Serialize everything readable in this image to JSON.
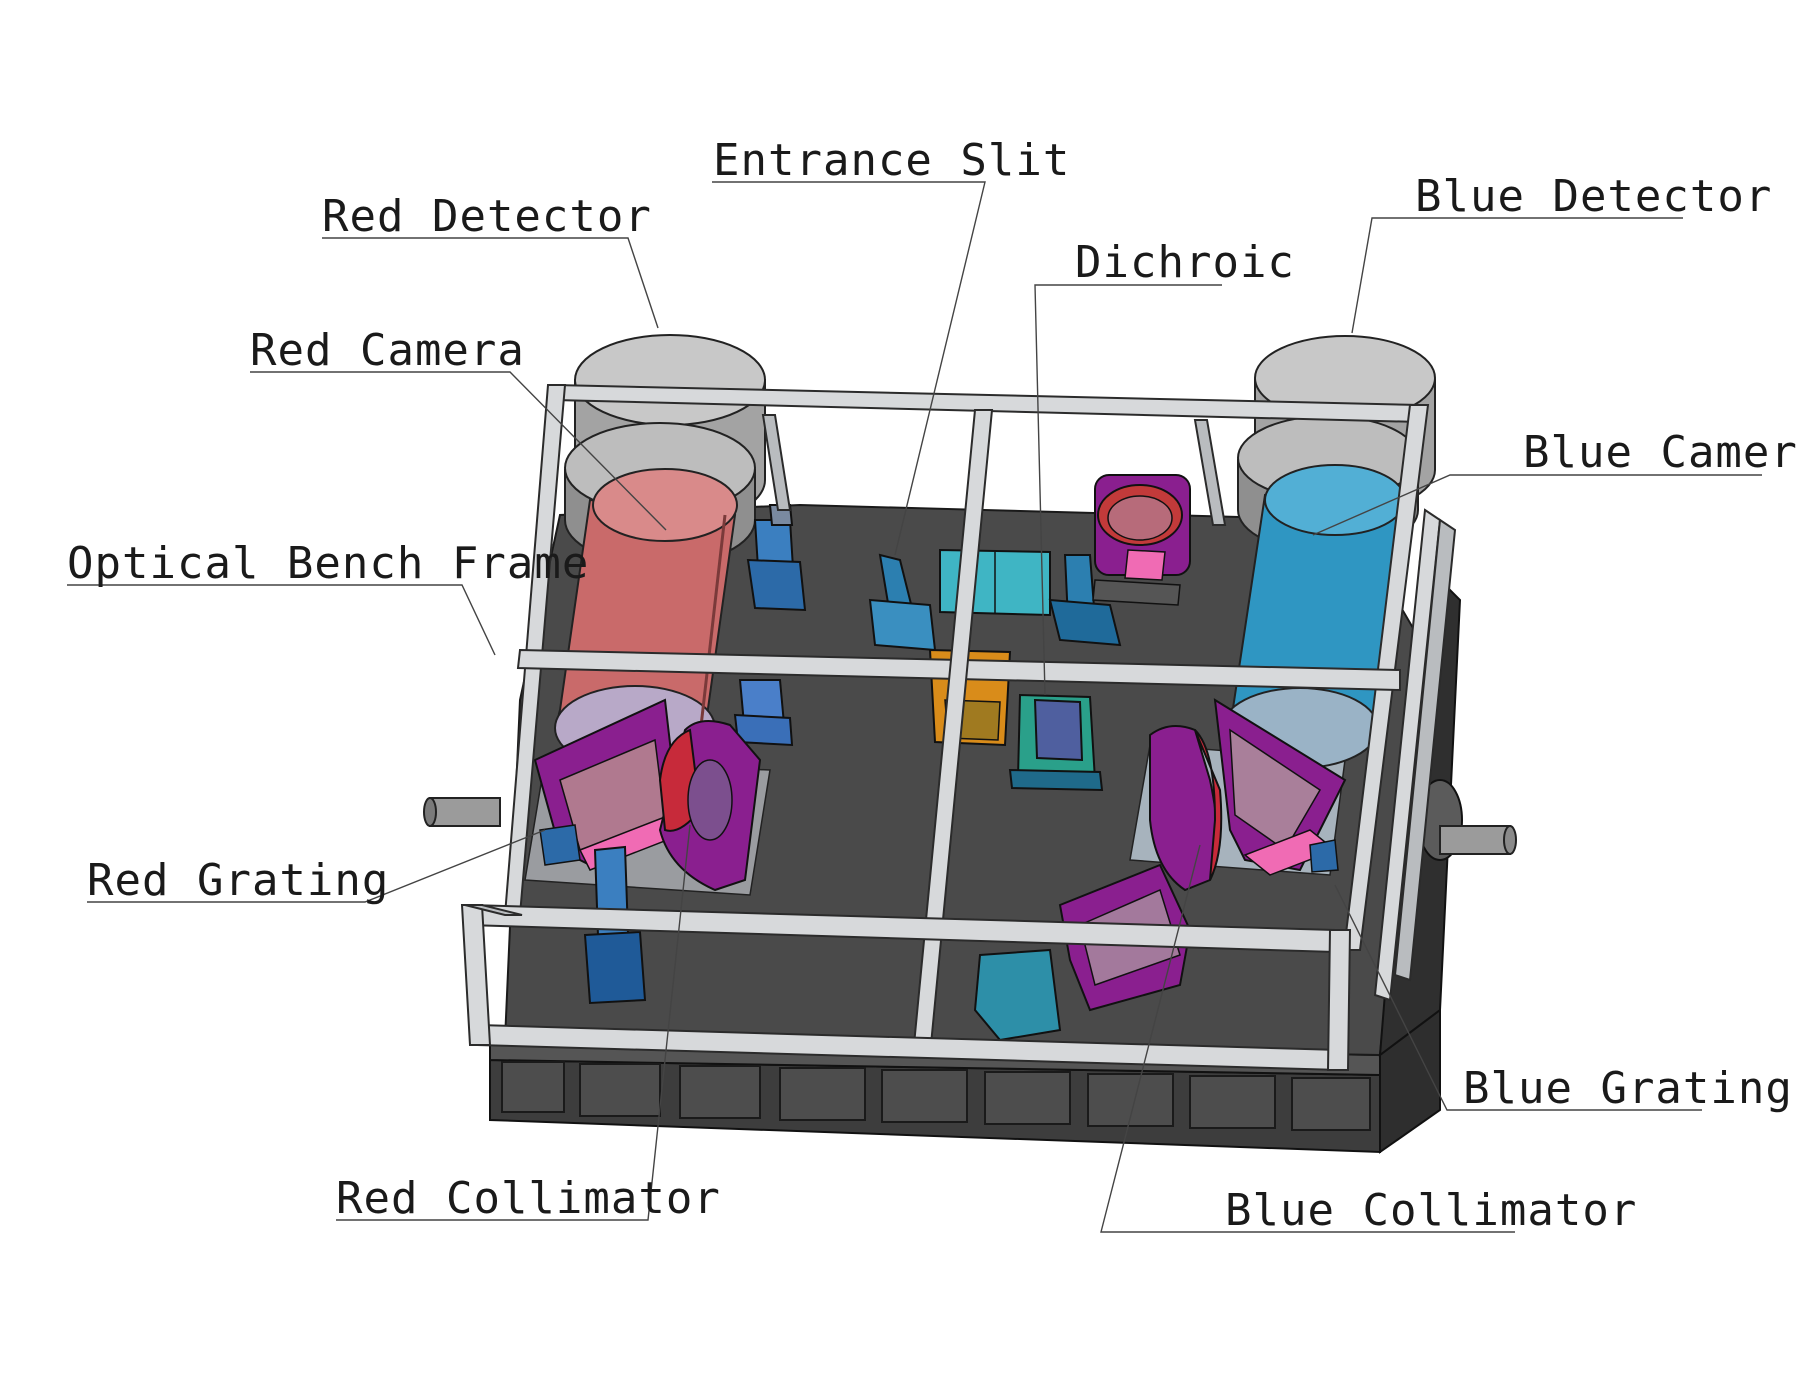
{
  "labels": {
    "entrance_slit": "Entrance Slit",
    "red_detector": "Red Detector",
    "blue_detector": "Blue Detector",
    "dichroic": "Dichroic",
    "red_camera": "Red Camera",
    "blue_camera": "Blue Camera",
    "optical_bench_frame": "Optical Bench Frame",
    "red_grating": "Red Grating",
    "blue_grating": "Blue Grating",
    "red_collimator": "Red Collimator",
    "blue_collimator": "Blue Collimator"
  },
  "colors": {
    "red_camera": "#c96a6a",
    "blue_camera": "#2f96c2",
    "grating_purple": "#8a1f8f",
    "pink": "#f06bb4",
    "bench_top": "#4a4a4a",
    "base": "#3b3b3b",
    "mount_blue": "#2c7fb0",
    "teal": "#3fb5c4",
    "orange": "#d98c1a"
  }
}
